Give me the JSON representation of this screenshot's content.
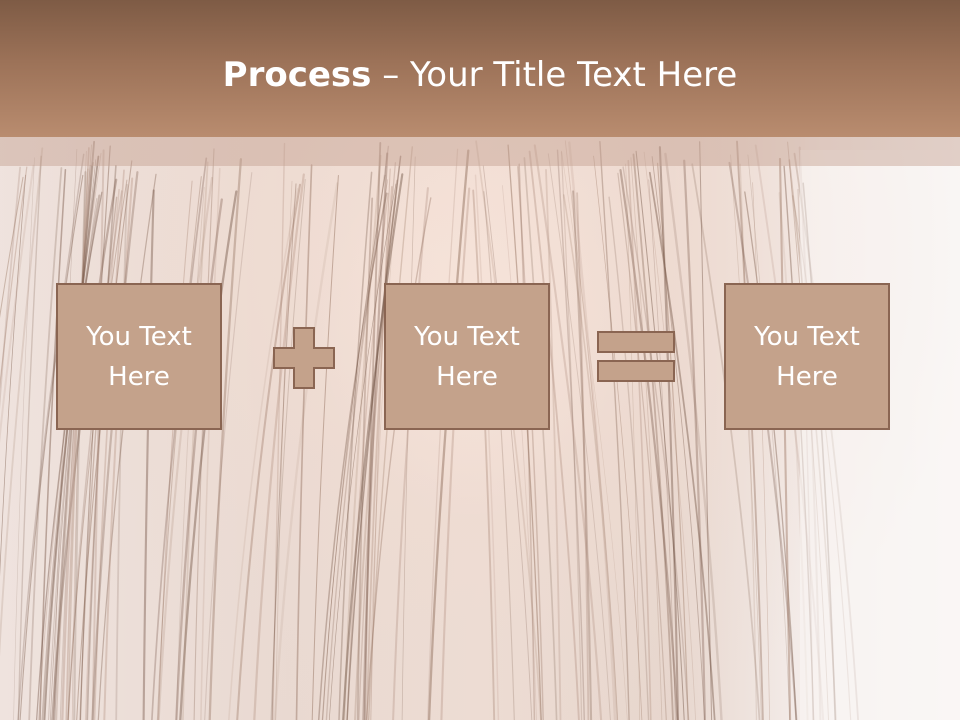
{
  "slide": {
    "title_bold": "Process",
    "title_separator": " – ",
    "title_rest": "Your Title Text Here"
  },
  "boxes": [
    {
      "text": "You Text Here"
    },
    {
      "text": "You Text Here"
    },
    {
      "text": "You Text Here"
    }
  ],
  "operators": [
    {
      "icon": "plus-icon"
    },
    {
      "icon": "equals-icon"
    }
  ],
  "colors": {
    "header": "#9c7258",
    "box_fill": "#c4a28b",
    "box_border": "#8a6552",
    "text": "#ffffff"
  }
}
